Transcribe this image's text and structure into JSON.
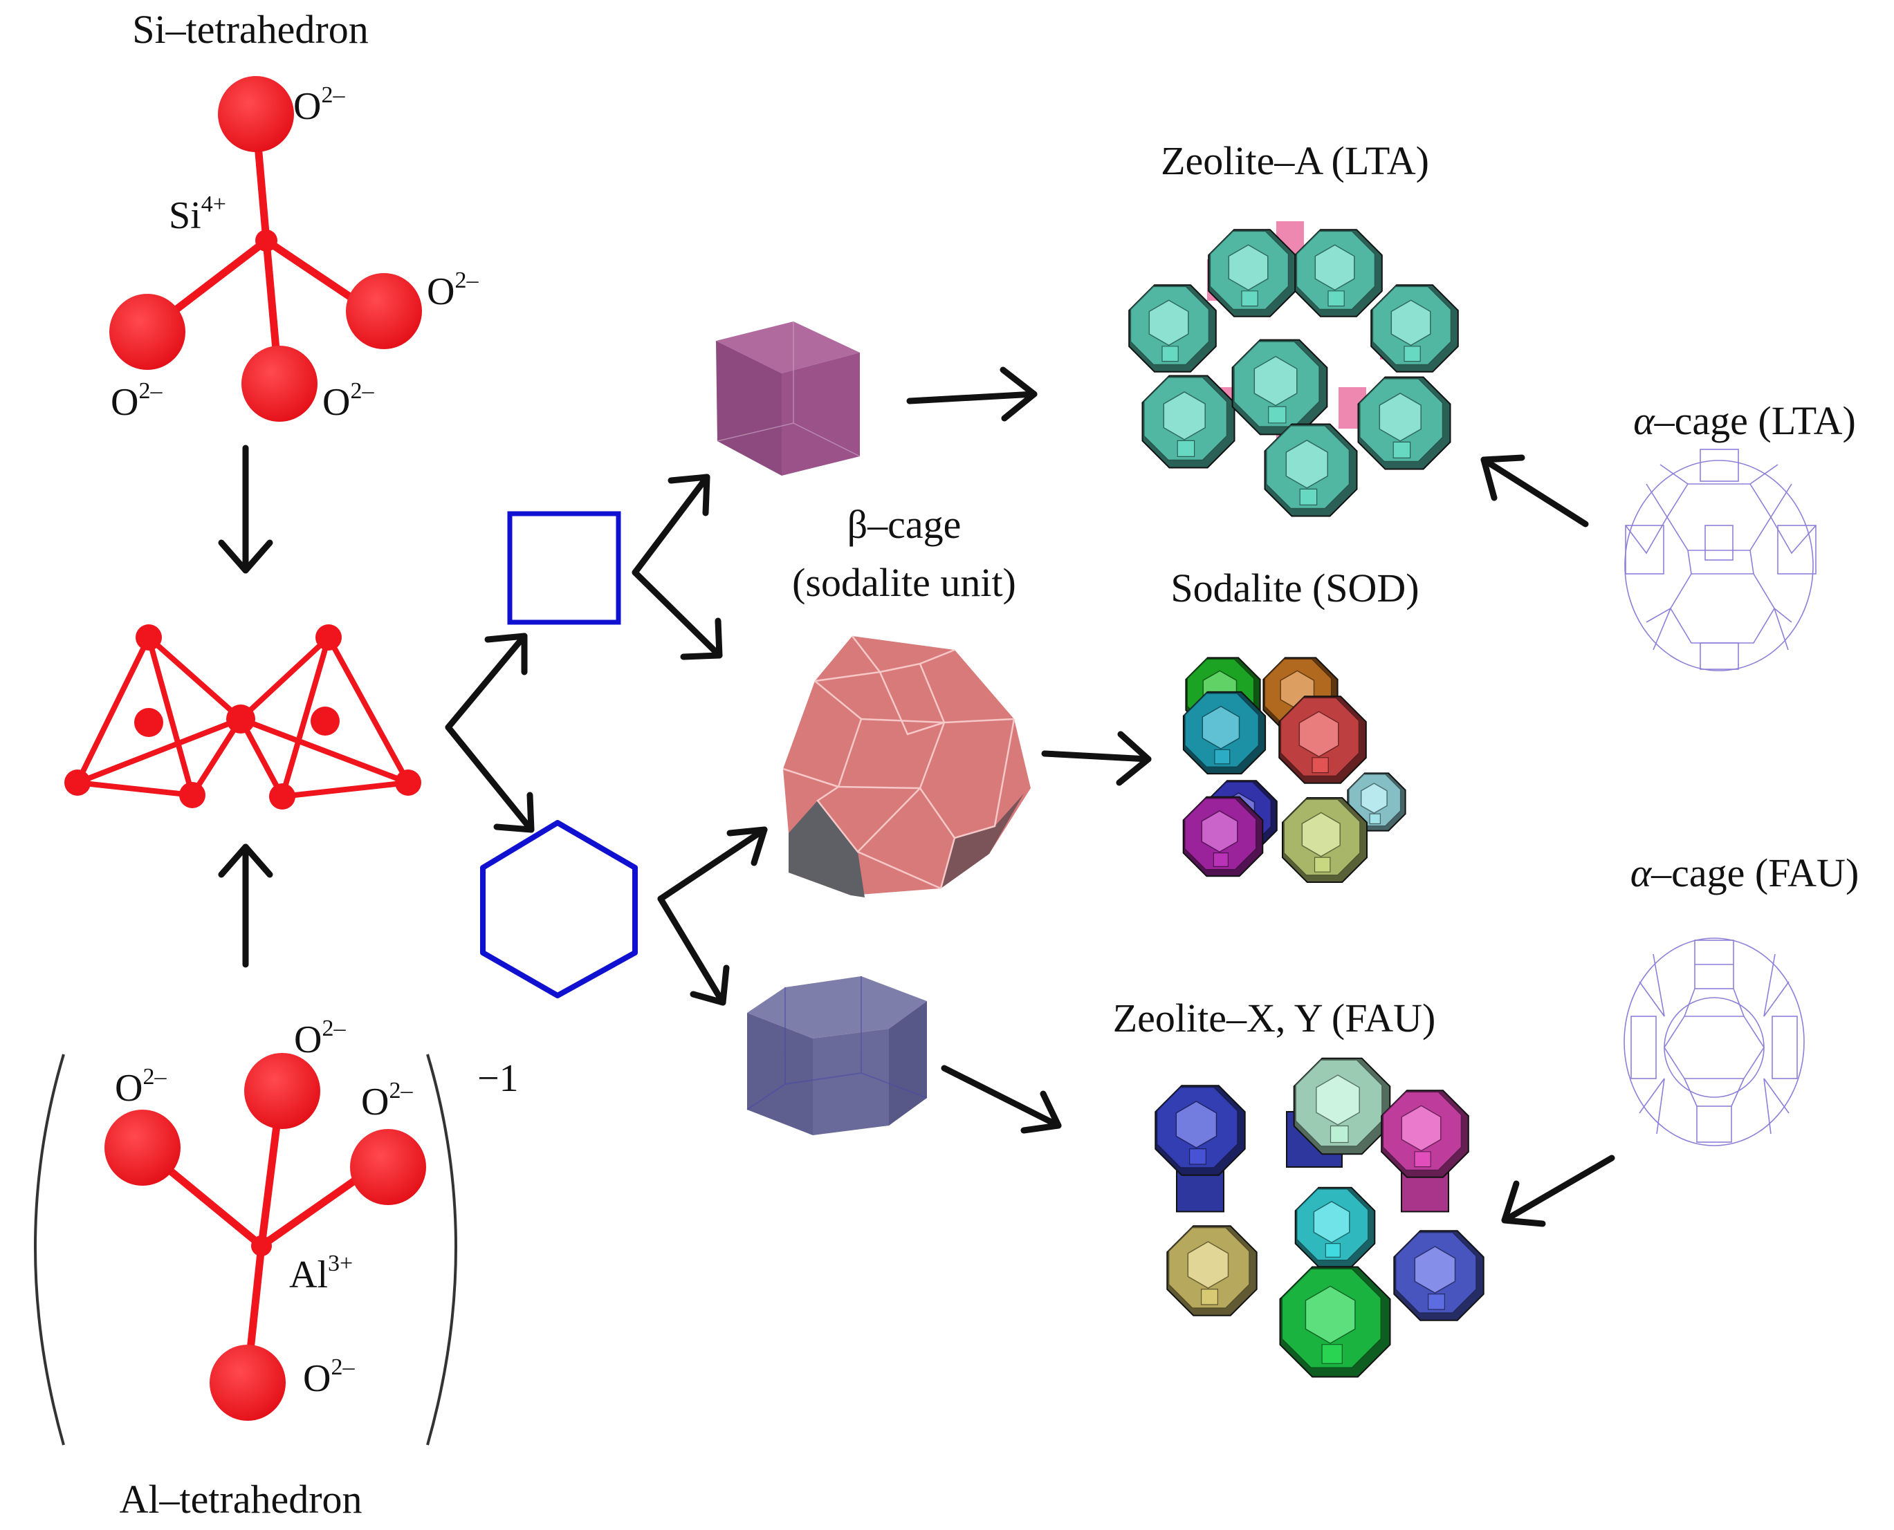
{
  "labels": {
    "si_tetrahedron": "Si–tetrahedron",
    "al_tetrahedron": "Al–tetrahedron",
    "beta_cage_line1": "β–cage",
    "beta_cage_line2": "(sodalite unit)",
    "zeolite_a": "Zeolite–A (LTA)",
    "sodalite": "Sodalite (SOD)",
    "zeolite_xy": "Zeolite–X, Y (FAU)",
    "alpha_lta_greek": "α",
    "alpha_lta_rest": "–cage (LTA)",
    "alpha_fau_greek": "α",
    "alpha_fau_rest": "–cage (FAU)"
  },
  "ions": {
    "oxygen": "O",
    "oxygen_charge": "2–",
    "silicon": "Si",
    "silicon_charge": "4+",
    "aluminium": "Al",
    "aluminium_charge": "3+",
    "bracket_charge": "−1"
  },
  "colors": {
    "tetrahedron_red": "#f0141c",
    "unit_blue": "#1010d0",
    "arrow_black": "#111111",
    "d4r_purple": "#9a4f86",
    "d6r_slate": "#6e6e9c",
    "beta_cage_pink": "#d97a7a",
    "lta_teal": "#5fd6bf",
    "lta_pink": "#ee88b0",
    "cage_wire_lavender": "#8f7fd8"
  },
  "sodalite_cage_colors": [
    "#22c02a",
    "#d07a24",
    "#21a9c2",
    "#e04a4a",
    "#3b3bc8",
    "#b528b5",
    "#c4d67a",
    "#9de0e8"
  ],
  "fau_cage_colors": [
    "#b8efd2",
    "#3d49d2",
    "#e046b8",
    "#37d8de",
    "#d6c66c",
    "#5564e0",
    "#1fd24a"
  ]
}
